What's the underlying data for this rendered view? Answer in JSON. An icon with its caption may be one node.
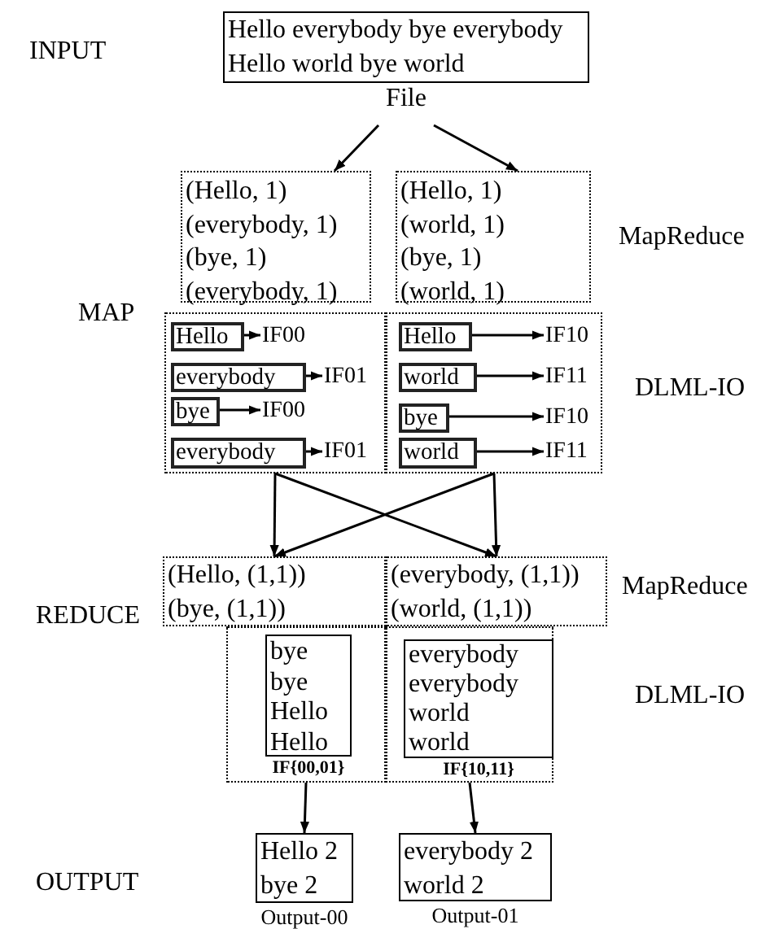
{
  "diagram": {
    "nodes": [
      {
        "text": [
          "Hello everybody bye everybody",
          "Hello world bye world"
        ],
        "beside": [
          "File"
        ]
      },
      {
        "text": [
          "(Hello, 1)",
          "(everybody, 1)",
          "(bye, 1)",
          "(everybody, 1)"
        ]
      },
      {
        "text": [
          "(Hello, 1)",
          "(world, 1)",
          "(bye, 1)",
          "(world, 1)"
        ]
      },
      {
        "text": [],
        "shape": "box"
      },
      {
        "text": [
          "Hello"
        ],
        "in": 3
      },
      {
        "text": [
          "everybody"
        ],
        "in": 3
      },
      {
        "text": [
          "bye"
        ],
        "in": 3
      },
      {
        "text": [
          "everybody"
        ],
        "in": 3
      },
      {
        "text": [
          "IF00"
        ],
        "in": 3
      },
      {
        "text": [
          "IF01"
        ],
        "in": 3
      },
      {
        "text": [
          "IF00"
        ],
        "in": 3
      },
      {
        "text": [
          "IF01"
        ],
        "in": 3
      },
      {
        "text": [],
        "shape": "box"
      },
      {
        "text": [
          "Hello"
        ],
        "in": 12
      },
      {
        "text": [
          "world"
        ],
        "in": 12
      },
      {
        "text": [
          "bye"
        ],
        "in": 12
      },
      {
        "text": [
          "world"
        ],
        "in": 12
      },
      {
        "text": [
          "IF10"
        ],
        "in": 12
      },
      {
        "text": [
          "IF11"
        ],
        "in": 12
      },
      {
        "text": [
          "IF10"
        ],
        "in": 12
      },
      {
        "text": [
          "IF11"
        ],
        "in": 12
      },
      {
        "text": [
          "(Hello, (1,1))",
          "(bye, (1,1))"
        ]
      },
      {
        "text": [
          "(everybody, (1,1))",
          "(world, (1,1))"
        ]
      },
      {
        "text": [],
        "shape": "box"
      },
      {
        "text": [
          "bye",
          "bye",
          "Hello",
          "Hello"
        ],
        "in": 23,
        "beside": [
          "IF{00,01}"
        ]
      },
      {
        "text": [],
        "shape": "box"
      },
      {
        "text": [
          "everybody",
          "everybody",
          "world",
          "world"
        ],
        "in": 25,
        "beside": [
          "IF{10,11}"
        ]
      },
      {
        "text": [
          "Hello 2",
          "bye 2"
        ],
        "beside": [
          "Output-00"
        ]
      },
      {
        "text": [
          "everybody 2",
          "world 2"
        ],
        "beside": [
          "Output-01"
        ]
      }
    ],
    "edges": [
      {
        "from": 0,
        "to": 1,
        "arrow": "to"
      },
      {
        "from": 0,
        "to": 2,
        "arrow": "to"
      },
      {
        "from": 4,
        "to": 8,
        "arrow": "to"
      },
      {
        "from": 5,
        "to": 9,
        "arrow": "to"
      },
      {
        "from": 6,
        "to": 10,
        "arrow": "to"
      },
      {
        "from": 7,
        "to": 11,
        "arrow": "to"
      },
      {
        "from": 13,
        "to": 17,
        "arrow": "to"
      },
      {
        "from": 14,
        "to": 18,
        "arrow": "to"
      },
      {
        "from": 15,
        "to": 19,
        "arrow": "to"
      },
      {
        "from": 16,
        "to": 20,
        "arrow": "to"
      },
      {
        "from": 3,
        "to": 21,
        "arrow": "to"
      },
      {
        "from": 3,
        "to": 22,
        "arrow": "to"
      },
      {
        "from": 12,
        "to": 21,
        "arrow": "to"
      },
      {
        "from": 12,
        "to": 22,
        "arrow": "to"
      },
      {
        "from": 23,
        "to": 27,
        "arrow": "to"
      },
      {
        "from": 25,
        "to": 28,
        "arrow": "to"
      }
    ],
    "labels": [
      "INPUT",
      "MapReduce",
      "MAP",
      "DLML-IO",
      "REDUCE",
      "MapReduce",
      "DLML-IO",
      "OUTPUT"
    ]
  }
}
